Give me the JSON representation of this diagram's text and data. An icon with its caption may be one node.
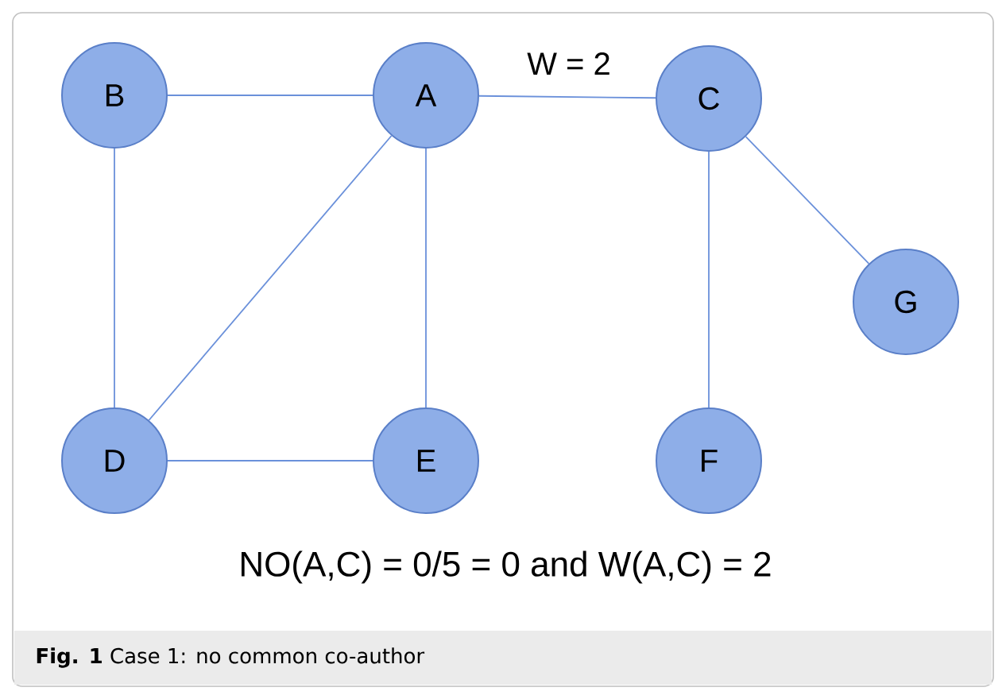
{
  "diagram": {
    "caption": "**Fig. 1** Case 1: no common co-author",
    "nodes": [
      {
        "text": [
          "B"
        ]
      },
      {
        "text": [
          "A"
        ]
      },
      {
        "text": [
          "C"
        ]
      },
      {
        "text": [
          "G"
        ]
      },
      {
        "text": [
          "D"
        ]
      },
      {
        "text": [
          "E"
        ]
      },
      {
        "text": [
          "F"
        ]
      }
    ],
    "edges": [
      {
        "from": 0,
        "to": 1,
        "arrow": "none"
      },
      {
        "from": 1,
        "to": 2,
        "arrow": "none",
        "label": "W = 2"
      },
      {
        "from": 2,
        "to": 6,
        "arrow": "none"
      },
      {
        "from": 2,
        "to": 3,
        "arrow": "none"
      },
      {
        "from": 0,
        "to": 4,
        "arrow": "none"
      },
      {
        "from": 1,
        "to": 4,
        "arrow": "none"
      },
      {
        "from": 1,
        "to": 5,
        "arrow": "none"
      },
      {
        "from": 4,
        "to": 5,
        "arrow": "none"
      }
    ],
    "labels": [
      "NO(A,C) = 0/5 = 0 and W(A,C) = 2"
    ]
  }
}
